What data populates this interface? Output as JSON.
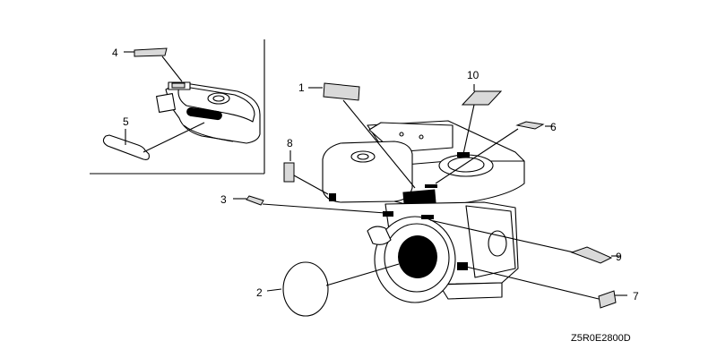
{
  "callouts": [
    "1",
    "2",
    "3",
    "4",
    "5",
    "6",
    "7",
    "8",
    "9",
    "10"
  ],
  "diagram_code": "Z5R0E2800D"
}
